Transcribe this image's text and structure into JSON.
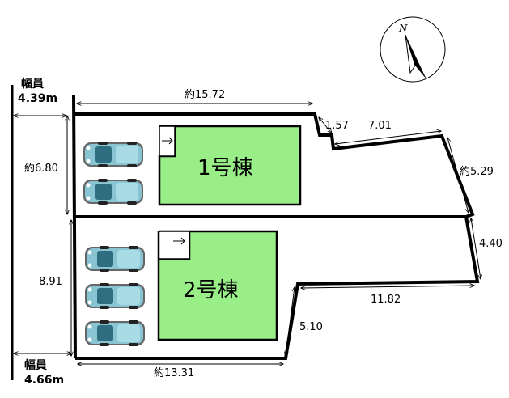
{
  "roads": {
    "upper": {
      "label": "幅員",
      "width": "4.39m"
    },
    "lower": {
      "label": "幅員",
      "width": "4.66m"
    }
  },
  "north": {
    "letter": "N"
  },
  "buildings": [
    {
      "name": "1号棟"
    },
    {
      "name": "2号棟"
    }
  ],
  "dimensions": {
    "top_frontage": "約15.72",
    "notch": "1.57",
    "top_right": "7.01",
    "right_upper": "約5.29",
    "right_lower": "4.40",
    "left_upper": "約6.80",
    "left_lower": "8.91",
    "lot2_step_top": "11.82",
    "lot2_step_side": "5.10",
    "bottom_frontage": "約13.31"
  },
  "colors": {
    "building_fill": "#99ee88",
    "car_body": "#88c4d2",
    "boundary": "#000000"
  }
}
